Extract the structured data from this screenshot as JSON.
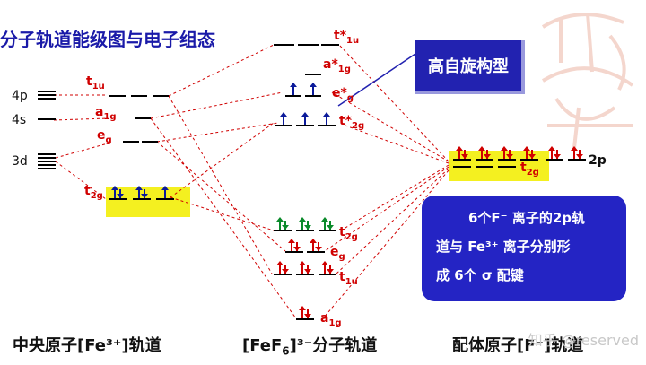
{
  "title": "分子轨道能级图与电子组态",
  "callout": "高自旋构型",
  "left_labels": {
    "p4": "4p",
    "s4": "4s",
    "d3": "3d",
    "t1u": "t",
    "t1u_sub": "1u",
    "a1g": "a",
    "a1g_sub": "1g",
    "eg": "e",
    "eg_sub": "g",
    "t2g": "t",
    "t2g_sub": "2g"
  },
  "mid_labels": {
    "t1u_star": "t*",
    "t1u_star_sub": "1u",
    "a1g_star": "a*",
    "a1g_star_sub": "1g",
    "eg_star": "e*",
    "eg_star_sub": "g",
    "t2g_star": "t*",
    "t2g_star_sub": "2g",
    "t2g": "t",
    "t2g_sub": "2g",
    "eg": "e",
    "eg_sub": "g",
    "t1u": "t",
    "t1u_sub": "1u",
    "a1g": "a",
    "a1g_sub": "1g"
  },
  "right_labels": {
    "p2": "2p",
    "t2g": "t",
    "t2g_sub": "2g"
  },
  "info": {
    "line1": "6个F⁻ 离子的2p轨",
    "line2": "道与 Fe³⁺ 离子分别形",
    "line3": "成 6个 σ 配键"
  },
  "bottom": {
    "left": "中央原子[Fe³⁺]轨道",
    "middle_pre": "[FeF",
    "middle_sub": "6",
    "middle_sup": "]³⁻",
    "middle_post": "分子轨道",
    "right": "配体原子[F⁻]轨道"
  },
  "watermark": "知乎 @reserved",
  "colors": {
    "title": "#1a1aa8",
    "red": "#d00000",
    "arrow_blue": "#0b1a9a",
    "arrow_green": "#0a8a2a",
    "highlight": "#f4f020",
    "dashed": "#d00000"
  }
}
